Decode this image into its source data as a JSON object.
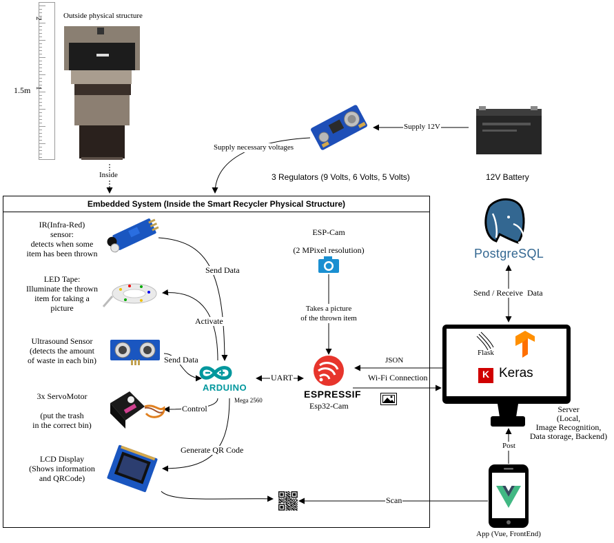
{
  "cabinet": {
    "title": "Outside physical structure",
    "ruler_ticks": [
      "2",
      "1"
    ],
    "height_label": "1.5m",
    "inside_label": "Inside"
  },
  "power": {
    "supply_label": "Supply 12V",
    "battery_label": "12V Battery",
    "regulators_label": "3 Regulators (9 Volts, 6 Volts, 5 Volts)",
    "voltages_label": "Supply necessary voltages"
  },
  "embedded": {
    "title": "Embedded System (Inside the Smart Recycler Physical Structure)",
    "ir_text": "IR(Infra-Red)\nsensor:\ndetects when some\nitem has been thrown",
    "led_text": "LED Tape:\nIlluminate the thrown\nitem for taking a\npicture",
    "ultra_text": "Ultrasound Sensor\n(detects the amount\nof waste in each bin)",
    "servo_text": "3x ServoMotor\n\n(put the trash\nin the correct bin)",
    "lcd_text": "LCD Display\n(Shows information\nand QRCode)",
    "send_data_1": "Send Data",
    "activate": "Activate",
    "send_data_2": "Send Data",
    "control": "Control",
    "generate_qr": "Generate QR Code",
    "arduino_brand": "ARDUINO",
    "arduino_model": "Mega 2560",
    "uart": "UART",
    "espcam_title": "ESP-Cam",
    "espcam_resolution": "(2 MPixel resolution)",
    "takes_picture": "Takes a picture\nof the thrown item",
    "espressif_brand": "ESPRESSIF",
    "esp32_label": "Esp32-Cam"
  },
  "links": {
    "json": "JSON",
    "wifi": "Wi-Fi Connection",
    "send_receive": "Send / Receive  Data",
    "post": "Post",
    "scan": "Scan"
  },
  "database": {
    "name": "PostgreSQL"
  },
  "server": {
    "flask": "Flask",
    "keras": "Keras",
    "keras_k": "K",
    "label": "Server\n(Local,\nImage Recognition,\nData storage, Backend)"
  },
  "app": {
    "label": "App (Vue, FrontEnd)"
  },
  "colors": {
    "arduino": "#00979d",
    "espressif": "#e7352c",
    "postgres": "#336791",
    "keras": "#d00000",
    "tensorflow": "#ff8f00",
    "camera": "#1a8fd1"
  }
}
